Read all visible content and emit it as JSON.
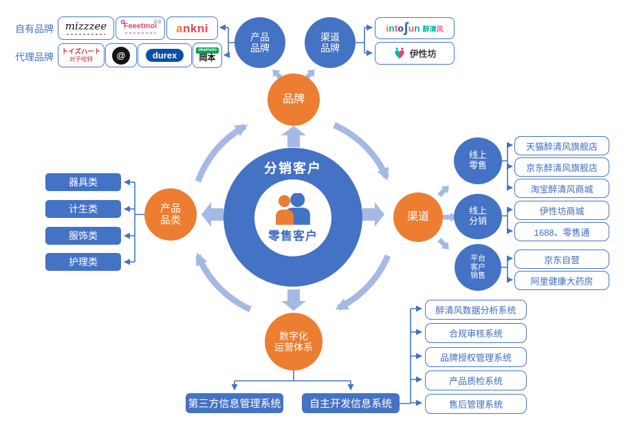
{
  "colors": {
    "blue": "#4472C4",
    "orange": "#ED7D31",
    "light_arrow": "#A5B9E4",
    "outline_text": "#3E6BC0",
    "white": "#FFFFFF"
  },
  "icons": {
    "customers_icon": "two-person-silhouette",
    "yixingfang_icon": "two-figure-heart",
    "atball_icon": "at-symbol-ball"
  },
  "brand_panel": {
    "own_label": "自有品牌",
    "agency_label": "代理品牌",
    "mizzzee": "mizzzee",
    "feeetmoi": "Feeetmoi",
    "feeetmoi_tag": "霏慕",
    "feeetmoi_glyph": "✿",
    "ankni_first": "a",
    "ankni_rest": "nkni",
    "toysheart": "トイズハート",
    "toysheart_sub": "对子哈特",
    "atball": "@",
    "durex": "durex",
    "durex_reg": "®",
    "okamoto": "okamoto",
    "okamoto_sub": "岡本"
  },
  "top_nodes": {
    "product_brand": {
      "lines": [
        "产品",
        "品牌"
      ]
    },
    "channel_brand": {
      "lines": [
        "渠道",
        "品牌"
      ]
    }
  },
  "channel_brand_logos": {
    "intosun_letters": [
      "i",
      "n",
      "t",
      "o",
      "ʃ",
      "u",
      "n"
    ],
    "intosun_cn": "醉清",
    "intosun_cn_last": "风",
    "yixingfang": "伊性坊"
  },
  "ring_nodes": {
    "brand": "品牌",
    "product_category": {
      "lines": [
        "产品",
        "品类"
      ]
    },
    "channel": "渠道",
    "digital": {
      "lines": [
        "数字化",
        "运营体系"
      ]
    }
  },
  "center": {
    "top_label": "分销客户",
    "bottom_label": "零售客户"
  },
  "categories": [
    "器具类",
    "计生类",
    "服饰类",
    "护理类"
  ],
  "channel_groups": [
    {
      "circle_lines": [
        "线上",
        "零售"
      ],
      "items": [
        "天猫醉清风旗舰店",
        "京东醉清风旗舰店",
        "淘宝醉清风商城"
      ]
    },
    {
      "circle_lines": [
        "线上",
        "分销"
      ],
      "items": [
        "伊性坊商城",
        "1688、零售通"
      ]
    },
    {
      "circle_lines": [
        "平台",
        "客户",
        "销售"
      ],
      "items": [
        "京东自营",
        "阿里健康大药房"
      ]
    }
  ],
  "digital": {
    "third_party": "第三方信息管理系统",
    "self_developed": "自主开发信息系统",
    "systems": [
      "醉清风数据分析系统",
      "合规审核系统",
      "品牌授权管理系统",
      "产品质检系统",
      "售后管理系统"
    ]
  }
}
